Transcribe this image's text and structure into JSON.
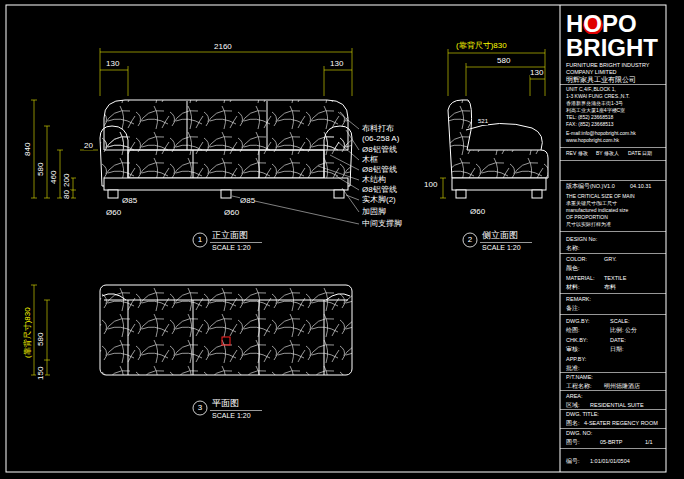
{
  "diagram": {
    "labels": [
      "2160",
      "130",
      "130",
      "840",
      "580",
      "460",
      "200",
      "80",
      "20",
      "Ø85",
      "Ø60",
      "Ø85",
      "Ø60",
      "布料打布",
      "(06-258 A)",
      "Ø8铝管线",
      "木框",
      "Ø8铝管线",
      "木结构",
      "Ø8铝管线",
      "实木脚(2)",
      "加固脚",
      "中间支撑脚",
      "1",
      "正立面图",
      "SCALE 1:20",
      "(靠背尺寸)830",
      "580",
      "130",
      "521",
      "100",
      "Ø60",
      "2",
      "侧立面图",
      "SCALE 1:20",
      "(靠背尺寸)830",
      "580",
      "150",
      "3",
      "平面图",
      "SCALE 1:20",
      "HOPO",
      "BRIGHT",
      "FURNITURE BRIGHT INDUSTRY",
      "COMPANY LIMITED",
      "明辉家具工业有限公司",
      "UNIT C,4/F.,BLOCK 1,",
      "1-3 KWAI FUNG CRES.,N.T.",
      "香港新界葵涌葵丰街1-3号",
      "利高工业大厦1座4字楼C室",
      "TEL: (852) 23668518",
      "FAX: (852) 23668513",
      "E-mail:info@hopobright.com.hk",
      "www.hopobright.com.hk",
      "REV 修改",
      "BY 修改人",
      "DATE 日期",
      "版本编号(NO.)V1.0",
      "04.10.31",
      "THE CRITICAL SIZE OF MAIN",
      "承重关键尺寸/加工尺寸",
      "manufactured indicated size",
      "OF PROPORTION",
      "尺寸以实际打样为准",
      "DESIGN No:",
      "名称:",
      "COLOR:",
      "GRY.",
      "颜色:",
      "MATERIAL:",
      "TEXTILE",
      "材料:",
      "布料",
      "REMARK:",
      "备注:",
      "DWG.BY:",
      "SCALE:",
      "绘图:",
      "比例: 公分",
      "CHK.BY:",
      "DATE:",
      "审核:",
      "日期:",
      "APP.BY:",
      "批准:",
      "P/T.NAME:",
      "工程名称:",
      "明州德隆酒店",
      "AREA:",
      "区域:",
      "RESIDENTIAL SUITE",
      "DWG. TITLE:",
      "图名:",
      "4-SEATER REGENCY ROOM",
      "DWG. NO:",
      "图号:",
      "05-BRTP",
      "1/1",
      "编号:",
      "1:01/01/01/0504"
    ]
  }
}
